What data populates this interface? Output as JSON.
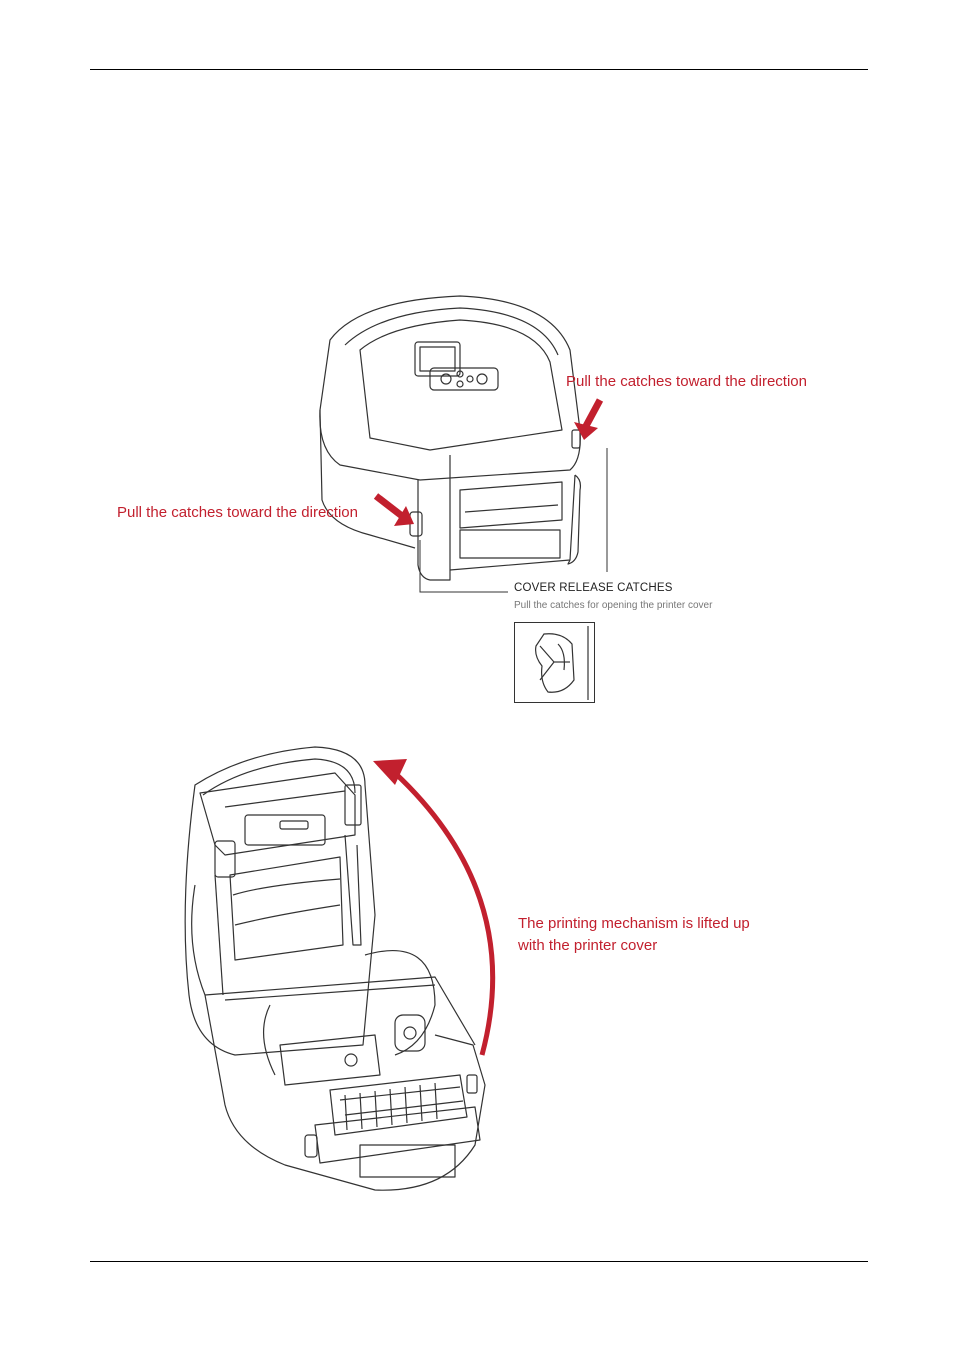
{
  "colors": {
    "accent": "#c2202e",
    "line": "#333333",
    "rule": "#000000"
  },
  "callouts": {
    "right_catch": "Pull the catches toward the direction",
    "left_catch": "Pull the catches toward the direction",
    "lift_line1": "The printing mechanism is lifted up",
    "lift_line2": "with the printer cover"
  },
  "caption": {
    "title": "COVER RELEASE CATCHES",
    "subtitle": "Pull the catches for opening the printer cover"
  },
  "icons": [
    "closed-printer-illustration",
    "catch-detail-illustration",
    "open-printer-illustration",
    "lift-arrow-icon",
    "arrow-icon"
  ]
}
